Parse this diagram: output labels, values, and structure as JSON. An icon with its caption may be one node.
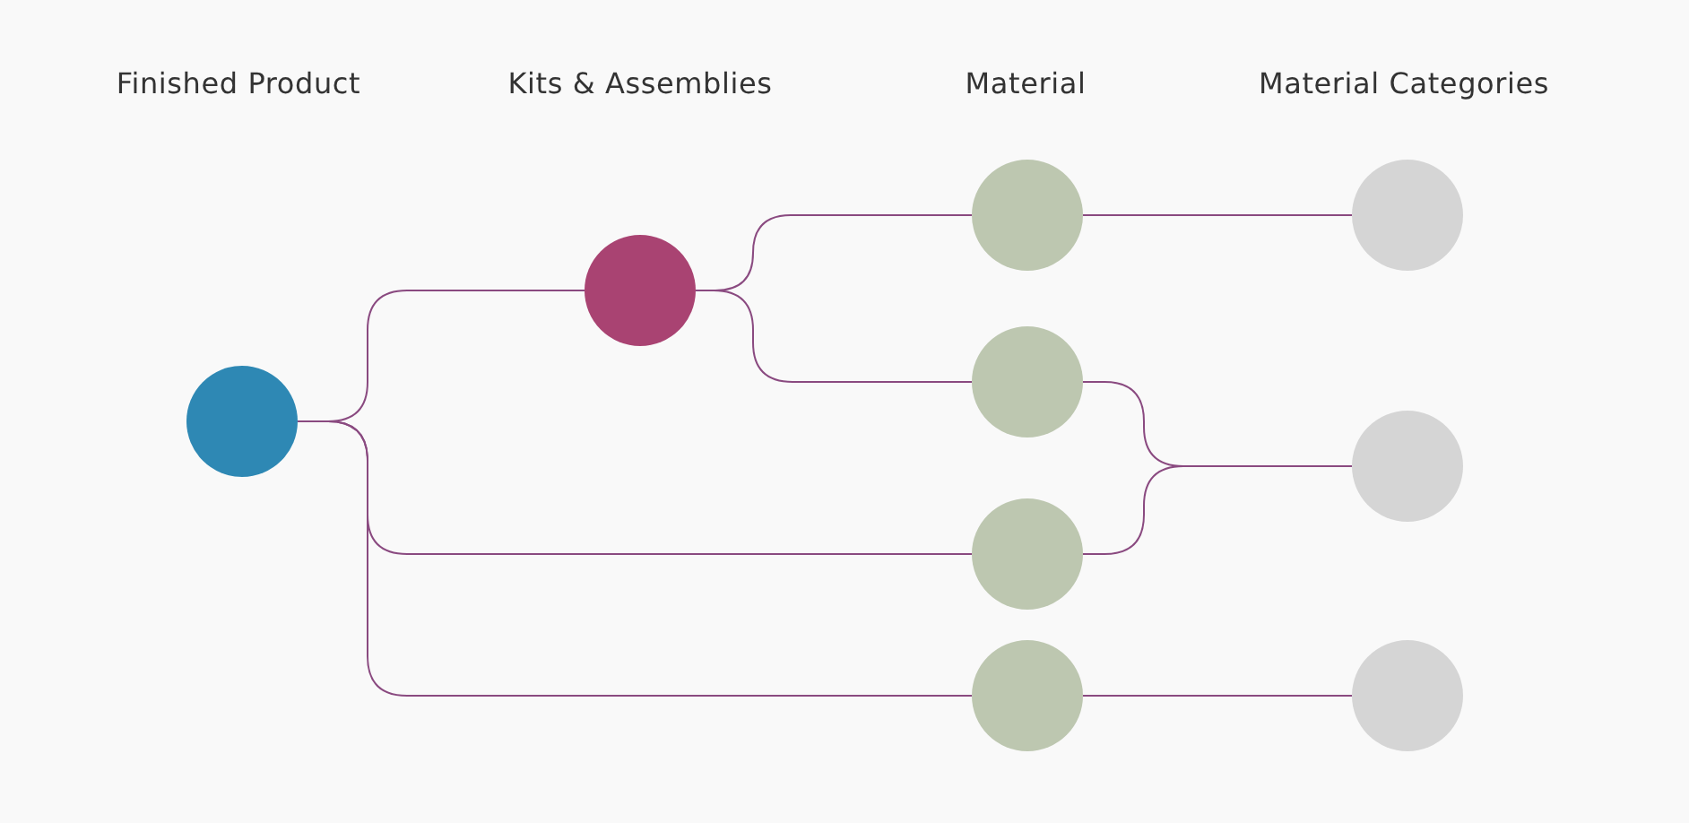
{
  "diagram": {
    "nodes": [
      {
        "text": [],
        "shape": "circle"
      },
      {
        "text": [],
        "shape": "circle"
      },
      {
        "text": [],
        "shape": "circle"
      },
      {
        "text": [],
        "shape": "circle"
      },
      {
        "text": [],
        "shape": "circle"
      },
      {
        "text": [],
        "shape": "circle"
      },
      {
        "text": [],
        "shape": "circle"
      },
      {
        "text": [],
        "shape": "circle"
      },
      {
        "text": [],
        "shape": "circle"
      }
    ],
    "edges": [
      {
        "from": 0,
        "to": 1,
        "arrow": "none"
      },
      {
        "from": 0,
        "to": 4,
        "arrow": "none"
      },
      {
        "from": 0,
        "to": 5,
        "arrow": "none"
      },
      {
        "from": 1,
        "to": 2,
        "arrow": "none"
      },
      {
        "from": 1,
        "to": 3,
        "arrow": "none"
      },
      {
        "from": 2,
        "to": 6,
        "arrow": "none"
      },
      {
        "from": 3,
        "to": 7,
        "arrow": "none"
      },
      {
        "from": 4,
        "to": 7,
        "arrow": "none"
      },
      {
        "from": 5,
        "to": 8,
        "arrow": "none"
      }
    ],
    "labels": [
      "Finished Product",
      "Kits & Assemblies",
      "Material",
      "Material Categories"
    ]
  }
}
